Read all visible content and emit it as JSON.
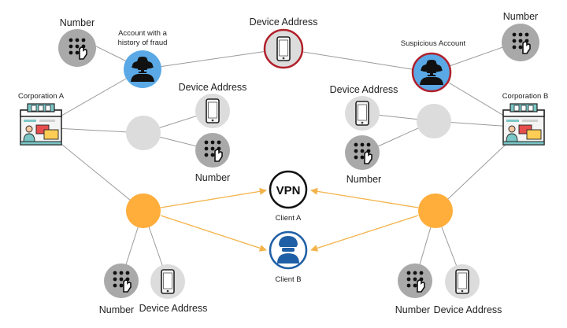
{
  "nodes": {
    "number_top_left": {
      "label": "Number"
    },
    "fraud_account": {
      "label_line1": "Account with a",
      "label_line2": "history of fraud"
    },
    "device_top_center": {
      "label": "Device Address"
    },
    "suspicious_account": {
      "label": "Suspicious Account"
    },
    "number_top_right": {
      "label": "Number"
    },
    "corp_a": {
      "label": "Corporation A"
    },
    "corp_b": {
      "label": "Corporation B"
    },
    "device_mid_left": {
      "label": "Device Address"
    },
    "number_mid_left": {
      "label": "Number"
    },
    "device_mid_right": {
      "label": "Device Address"
    },
    "number_mid_right": {
      "label": "Number"
    },
    "client_a": {
      "label": "Client A",
      "badge": "VPN"
    },
    "client_b": {
      "label": "Client B"
    },
    "number_bottom_left": {
      "label": "Number"
    },
    "device_bottom_left": {
      "label": "Device Address"
    },
    "number_bottom_right": {
      "label": "Number"
    },
    "device_bottom_right": {
      "label": "Device Address"
    }
  },
  "colors": {
    "fraud_blue": "#5aa9e6",
    "device_ring_red": "#b0202a",
    "orange": "#ffad3b",
    "gray_node": "#a9a9a9",
    "light_gray_node": "#dcdcdc",
    "edge_gray": "#9a9a9a",
    "edge_orange": "#f3b34a",
    "client_b_blue": "#1f5fa6"
  }
}
